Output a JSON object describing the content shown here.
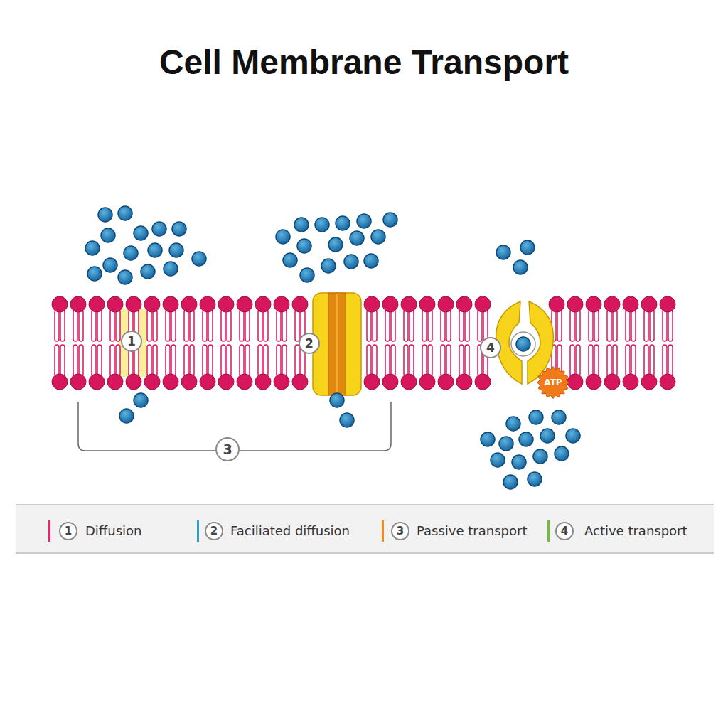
{
  "diagram": {
    "title": "Cell Membrane Transport",
    "nodes": [
      {
        "text": [
          "ATP"
        ]
      }
    ],
    "labels": [
      "1",
      "2",
      "4",
      "3",
      "1",
      "2",
      "3",
      "4"
    ],
    "legend": [
      {
        "text": "Diffusion",
        "color": "#e5266f"
      },
      {
        "text": "Faciliated diffusion",
        "color": "#2aa3c6"
      },
      {
        "text": "Passive transport",
        "color": "#ee8a22"
      },
      {
        "text": "Active transport",
        "color": "#6cbf3c"
      }
    ]
  }
}
